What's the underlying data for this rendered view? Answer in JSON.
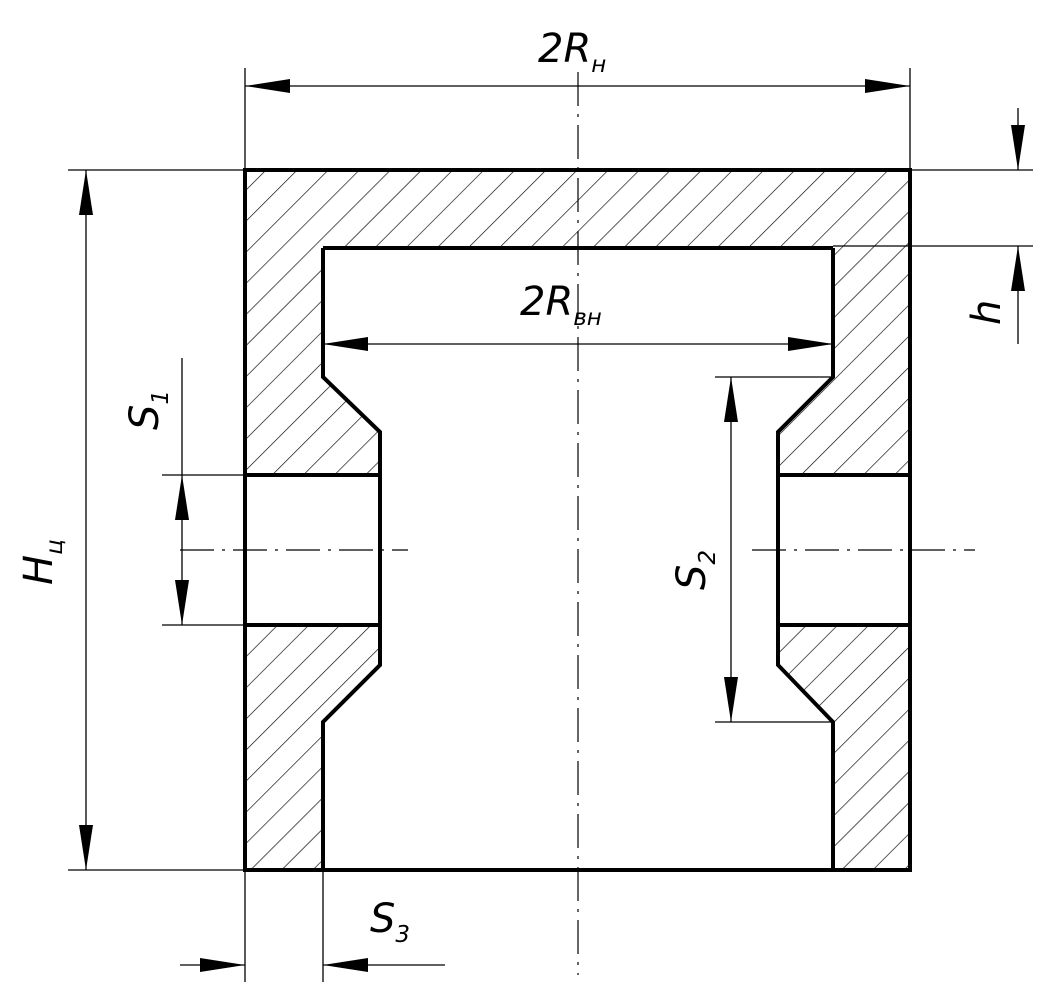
{
  "labels": {
    "outer_diameter": {
      "main": "2R",
      "sub": "н"
    },
    "inner_diameter": {
      "main": "2R",
      "sub": "вн"
    },
    "height": {
      "main": "H",
      "sub": "ц"
    },
    "bottom_thickness": {
      "main": "h"
    },
    "wall_s1": {
      "main": "S",
      "sub": "1"
    },
    "wall_s2": {
      "main": "S",
      "sub": "2"
    },
    "wall_s3": {
      "main": "S",
      "sub": "3"
    }
  },
  "colors": {
    "line": "#000000",
    "background": "#ffffff"
  }
}
